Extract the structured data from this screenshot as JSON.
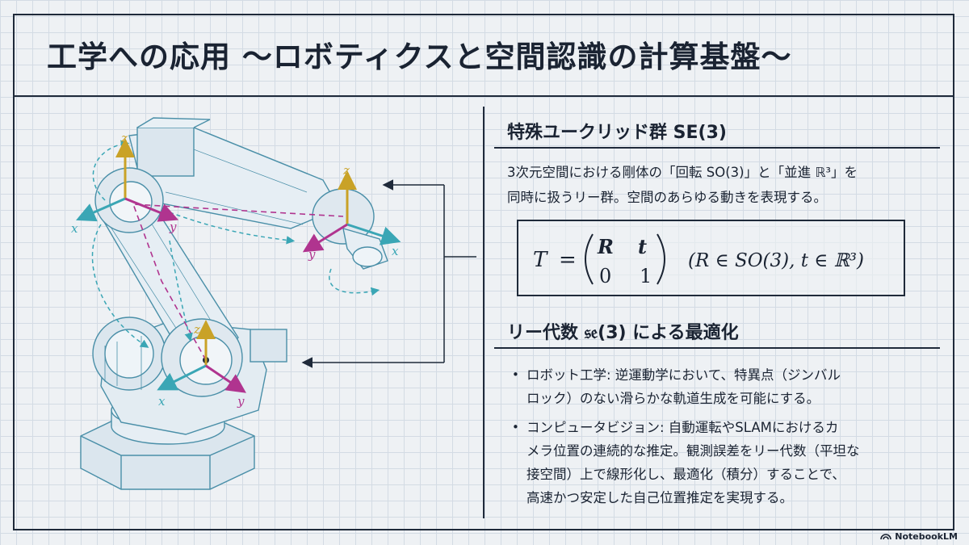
{
  "title": "工学への応用 〜ロボティクスと空間認識の計算基盤〜",
  "section1": {
    "title": "特殊ユークリッド群 SE(3)",
    "desc_lines": [
      "3次元空間における剛体の「回転 SO(3)」と「並進 ℝ³」を",
      "同時に扱うリー群。空間のあらゆる動きを表現する。"
    ]
  },
  "equation": {
    "lhs": "T",
    "eq": "=",
    "m11": "R",
    "m12": "t",
    "m21": "0",
    "m22": "1",
    "condition": "(R ∈ SO(3), t ∈ ℝ³)"
  },
  "section2": {
    "title": "リー代数 𝔰𝔢(3) による最適化",
    "bullets": [
      {
        "lines": [
          "ロボット工学: 逆運動学において、特異点（ジンバル",
          "ロック）のない滑らかな軌道生成を可能にする。"
        ]
      },
      {
        "lines": [
          "コンピュータビジョン: 自動運転やSLAMにおけるカ",
          "メラ位置の連続的な推定。観測誤差をリー代数（平坦な",
          "接空間）上で線形化し、最適化（積分）することで、",
          "高速かつ安定した自己位置推定を実現する。"
        ]
      }
    ]
  },
  "axes": {
    "x": "x",
    "y": "y",
    "z": "z"
  },
  "badge": "NotebookLM",
  "colors": {
    "z_axis": "#c9a227",
    "x_axis": "#3aa6b5",
    "y_axis": "#b0348f",
    "ink": "#1f2a3a",
    "robot_line": "#4a8fa8"
  }
}
